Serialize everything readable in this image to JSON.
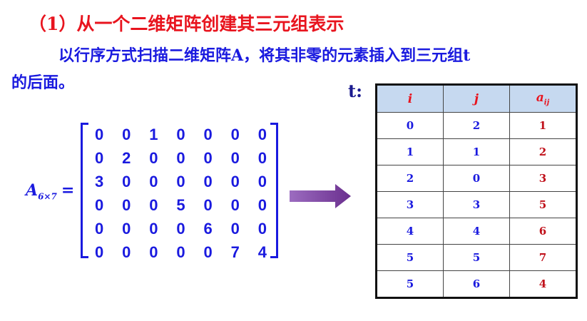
{
  "title": "（1）从一个二维矩阵创建其三元组表示",
  "paragraph_line1": "以行序方式扫描二维矩阵A，将其非零的元素插入到三元组t",
  "paragraph_line2": "的后面。",
  "matrix_label": {
    "name": "A",
    "subscript": "6×7",
    "equals": "="
  },
  "matrix": [
    [
      0,
      0,
      1,
      0,
      0,
      0,
      0
    ],
    [
      0,
      2,
      0,
      0,
      0,
      0,
      0
    ],
    [
      3,
      0,
      0,
      0,
      0,
      0,
      0
    ],
    [
      0,
      0,
      0,
      5,
      0,
      0,
      0
    ],
    [
      0,
      0,
      0,
      0,
      6,
      0,
      0
    ],
    [
      0,
      0,
      0,
      0,
      0,
      7,
      4
    ]
  ],
  "table_label": "t:",
  "table": {
    "headers": [
      "i",
      "j",
      "aij"
    ],
    "header_main": "a",
    "header_sub": "ij",
    "rows": [
      [
        0,
        2,
        1
      ],
      [
        1,
        1,
        2
      ],
      [
        2,
        0,
        3
      ],
      [
        3,
        3,
        5
      ],
      [
        4,
        4,
        6
      ],
      [
        5,
        5,
        7
      ],
      [
        5,
        6,
        4
      ]
    ]
  },
  "colors": {
    "title": "#e8141e",
    "text": "#1a1adf",
    "header_bg": "#c6d9f0",
    "arrow": "#7a3f9e"
  }
}
